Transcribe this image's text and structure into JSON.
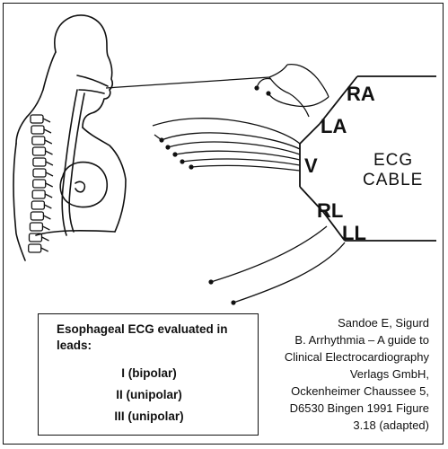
{
  "diagram": {
    "leads": {
      "ra": "RA",
      "la": "LA",
      "v": "V",
      "rl": "RL",
      "ll": "LL"
    },
    "cable_label_line1": "ECG",
    "cable_label_line2": "CABLE"
  },
  "info_box": {
    "title": "Esophageal ECG evaluated in leads:",
    "items": [
      "I (bipolar)",
      "II (unipolar)",
      "III (unipolar)"
    ]
  },
  "citation": {
    "lines": [
      "Sandoe E, Sigurd",
      "B. Arrhythmia – A guide to",
      "Clinical Electrocardiography",
      "Verlags GmbH,",
      "Ockenheimer Chaussee 5,",
      "D6530 Bingen 1991 Figure",
      "3.18 (adapted)"
    ]
  }
}
